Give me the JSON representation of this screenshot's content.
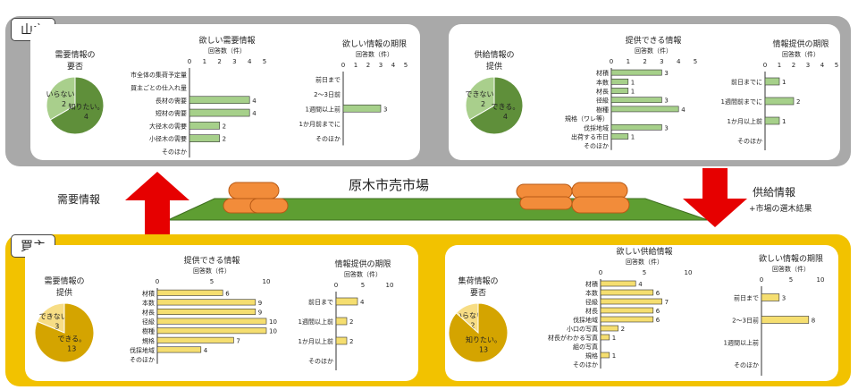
{
  "market_title": "原木市売市場",
  "left_arrow_label": "需要情報",
  "right_arrow_label": "供給情報",
  "right_arrow_sublabel": "+市場の選木結果",
  "axis_unit": "回答数（件）",
  "colors": {
    "green": "#5f8f3a",
    "green_light": "#a9cf8c",
    "bar_green": "#a6d08a",
    "yellow": "#d4a400",
    "yellow_light": "#f7dd85",
    "bar_yellow": "#f5de70",
    "band_gray": "#a9a9a9",
    "band_yellow": "#f2c200",
    "arrow_red": "#e60000"
  },
  "yamanushi": {
    "tag": "山主",
    "left": {
      "pie": {
        "title": "需要情報の要否",
        "slices": [
          {
            "label": "いらない。",
            "value": 2
          },
          {
            "label": "知りたい。",
            "value": 4
          }
        ]
      },
      "bar1": {
        "title": "欲しい需要情報",
        "ticks": [
          "0",
          "1",
          "2",
          "3",
          "4",
          "5"
        ],
        "max": 5,
        "categories": [
          "市全体の集荷予定量",
          "買主ごとの仕入れ量",
          "長材の需要",
          "短材の需要",
          "大径木の需要",
          "小径木の需要",
          "そのほか"
        ],
        "values": [
          null,
          null,
          4,
          4,
          2,
          2,
          null
        ]
      },
      "bar2": {
        "title": "欲しい情報の期限",
        "ticks": [
          "0",
          "1",
          "2",
          "3",
          "4",
          "5"
        ],
        "max": 5,
        "categories": [
          "前日まで",
          "2〜3日前",
          "1週間以上前",
          "1か月前までに",
          "そのほか"
        ],
        "values": [
          null,
          null,
          3,
          null,
          null
        ]
      }
    },
    "right": {
      "pie": {
        "title": "供給情報の提供",
        "slices": [
          {
            "label": "できない。",
            "value": 2
          },
          {
            "label": "できる。",
            "value": 4
          }
        ]
      },
      "bar1": {
        "title": "提供できる情報",
        "ticks": [
          "0",
          "1",
          "2",
          "3",
          "4",
          "5"
        ],
        "max": 5,
        "categories": [
          "材積",
          "本数",
          "材長",
          "径級",
          "樹種",
          "規格（ワレ等）",
          "伐採地域",
          "出荷する市日",
          "そのほか"
        ],
        "values": [
          3,
          1,
          1,
          3,
          4,
          null,
          3,
          1,
          null
        ]
      },
      "bar2": {
        "title": "情報提供の期限",
        "ticks": [
          "0",
          "1",
          "2",
          "3",
          "4",
          "5"
        ],
        "max": 5,
        "categories": [
          "前日までに",
          "1週間前までに",
          "1か月以上前",
          "そのほか"
        ],
        "values": [
          1,
          2,
          1,
          null
        ]
      }
    }
  },
  "kainushi": {
    "tag": "買主",
    "left": {
      "pie": {
        "title": "需要情報の提供",
        "slices": [
          {
            "label": "できない。",
            "value": 3
          },
          {
            "label": "できる。",
            "value": 13
          }
        ]
      },
      "bar1": {
        "title": "提供できる情報",
        "ticks": [
          "0",
          "5",
          "10"
        ],
        "max": 10,
        "categories": [
          "材積",
          "本数",
          "材長",
          "径級",
          "樹種",
          "規格",
          "伐採地域",
          "そのほか"
        ],
        "values": [
          6,
          9,
          9,
          10,
          10,
          7,
          4,
          null
        ]
      },
      "bar2": {
        "title": "情報提供の期限",
        "ticks": [
          "0",
          "5",
          "10"
        ],
        "max": 10,
        "categories": [
          "前日まで",
          "1週間以上前",
          "1か月以上前",
          "そのほか"
        ],
        "values": [
          4,
          2,
          2,
          null
        ]
      }
    },
    "right": {
      "pie": {
        "title": "集荷情報の要否",
        "slices": [
          {
            "label": "いらない。",
            "value": 2
          },
          {
            "label": "知りたい。",
            "value": 13
          }
        ]
      },
      "bar1": {
        "title": "欲しい供給情報",
        "ticks": [
          "0",
          "5",
          "10"
        ],
        "max": 10,
        "categories": [
          "材積",
          "本数",
          "径級",
          "材長",
          "伐採地域",
          "小口の写真",
          "材長がわかる写真",
          "組の写真",
          "規格",
          "そのほか"
        ],
        "values": [
          4,
          6,
          7,
          6,
          6,
          2,
          1,
          null,
          1,
          null
        ]
      },
      "bar2": {
        "title": "欲しい情報の期限",
        "ticks": [
          "0",
          "5",
          "10"
        ],
        "max": 10,
        "categories": [
          "前日まで",
          "2〜3日前",
          "1週間以上前",
          "そのほか"
        ],
        "values": [
          3,
          8,
          null,
          null
        ]
      }
    }
  }
}
